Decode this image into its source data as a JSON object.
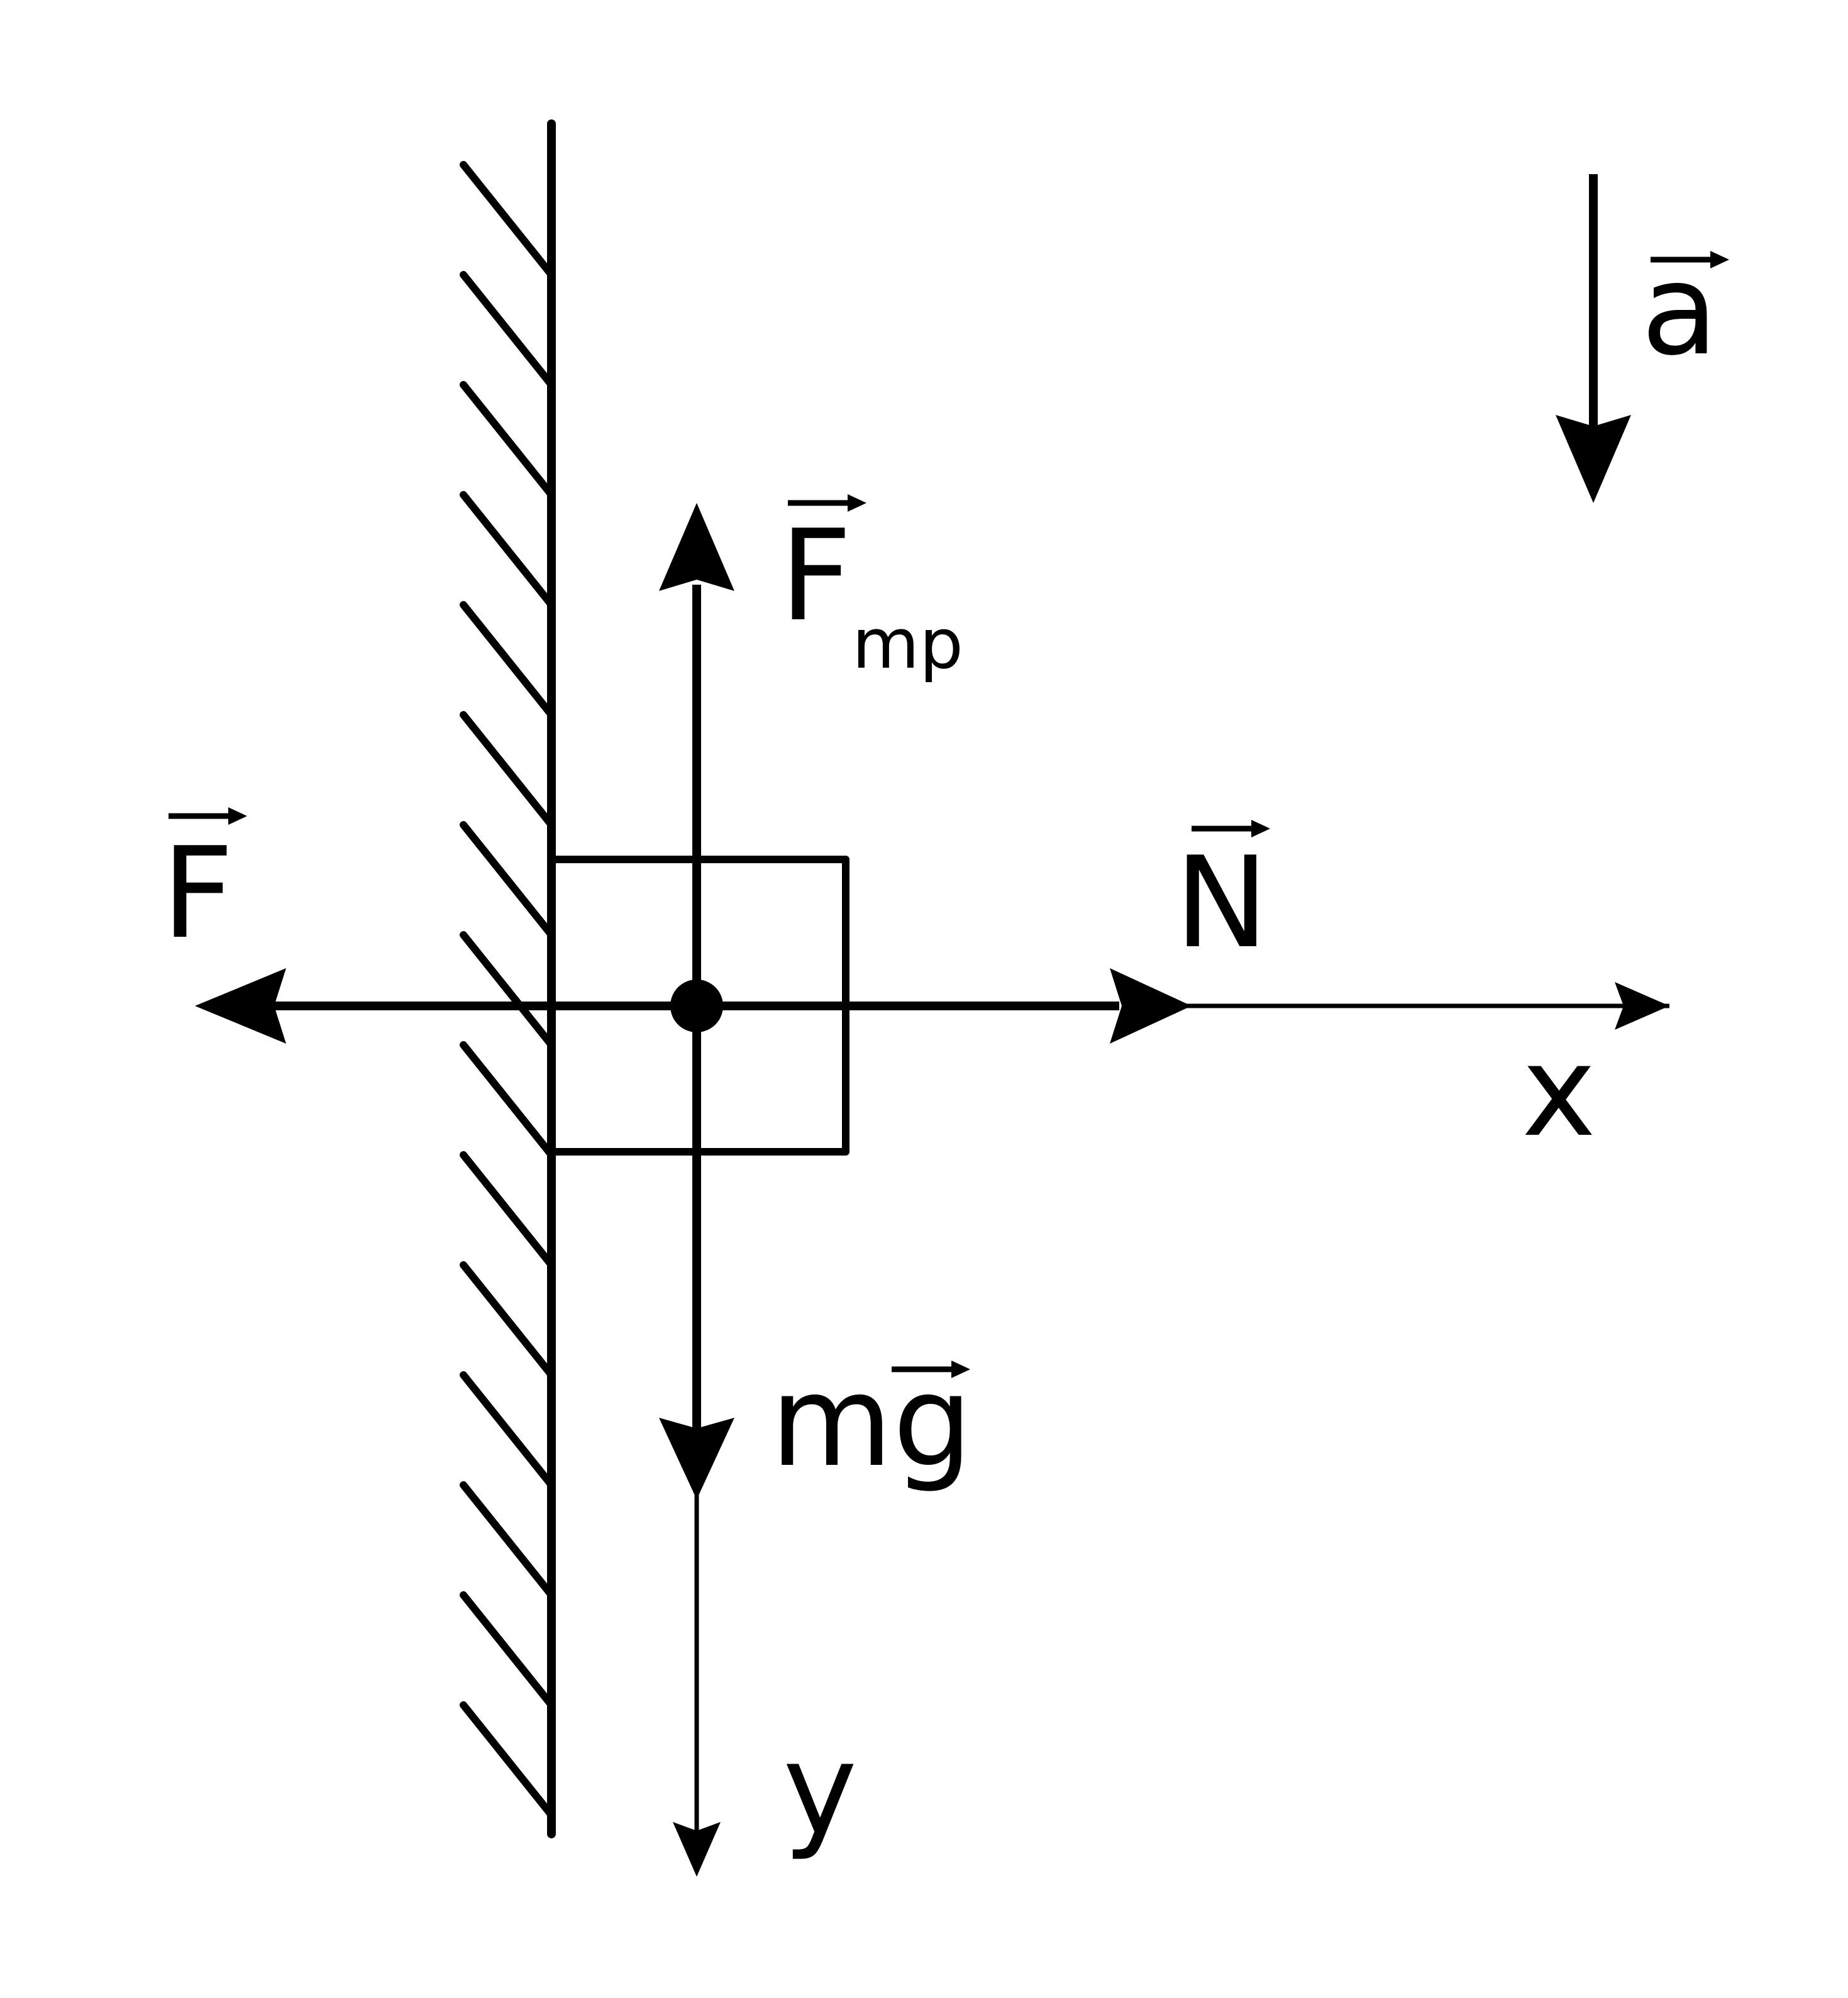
{
  "diagram": {
    "labels": {
      "friction_main": "F",
      "friction_sub": "mp",
      "applied_force": "F",
      "normal_force": "N",
      "weight": "mg",
      "acceleration": "a",
      "x_axis": "x",
      "y_axis": "y"
    },
    "colors": {
      "ink": "#000000",
      "background": "#ffffff"
    }
  }
}
